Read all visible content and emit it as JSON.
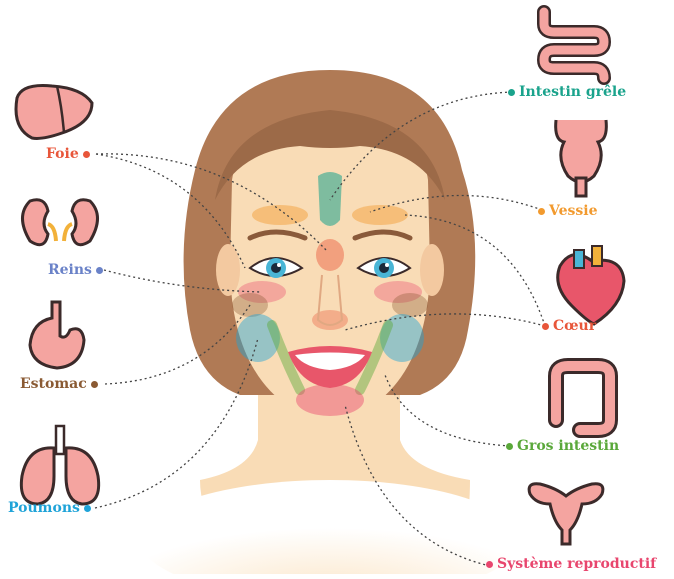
{
  "labels": {
    "foie": "Foie",
    "reins": "Reins",
    "estomac": "Estomac",
    "poumons": "Poumons",
    "intestin_grele": "Intestin grêle",
    "vessie": "Vessie",
    "coeur": "Cœur",
    "gros_intestin": "Gros intestin",
    "systeme_reproductif": "Système reproductif"
  },
  "colors": {
    "foie": "#e8563a",
    "reins": "#6a82c8",
    "estomac": "#8a5a33",
    "poumons": "#1fa3d8",
    "intestin_grele": "#1aa38c",
    "vessie": "#f29a2e",
    "coeur": "#e8563a",
    "gros_intestin": "#5aa83a",
    "systeme_reproductif": "#e8466e",
    "skin": "#f9dcb6",
    "hair": "#b07a55",
    "organ": "#f4a4a0",
    "organ_outline": "#3b2a2a"
  },
  "icons": [
    "liver-icon",
    "kidneys-icon",
    "stomach-icon",
    "lungs-icon",
    "small-intestine-icon",
    "bladder-icon",
    "heart-icon",
    "large-intestine-icon",
    "uterus-icon"
  ]
}
